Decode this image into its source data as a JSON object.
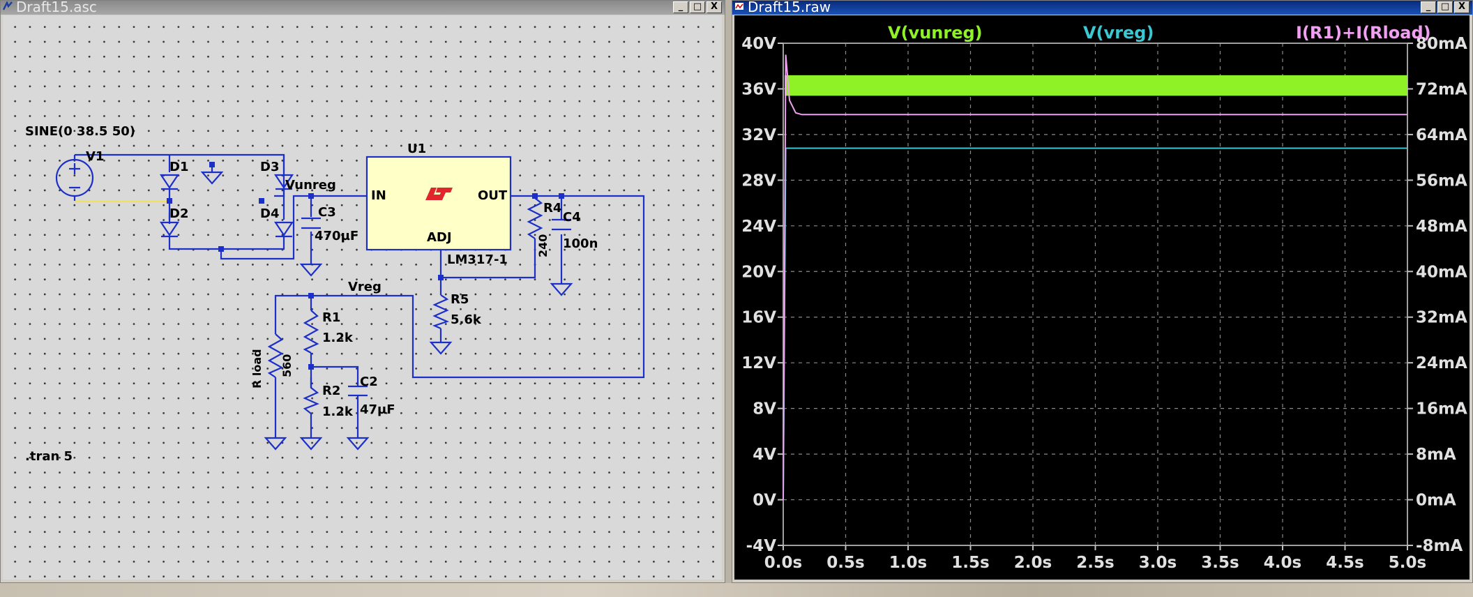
{
  "schematic_window": {
    "title": "Draft15.asc",
    "buttons": {
      "minimize": "_",
      "maximize": "□",
      "close": "X"
    },
    "labels": {
      "source_value": "SINE(0 38.5 50)",
      "v1": "V1",
      "d1": "D1",
      "d2": "D2",
      "d3": "D3",
      "d4": "D4",
      "u1": "U1",
      "pin_in": "IN",
      "pin_out": "OUT",
      "pin_adj": "ADJ",
      "part_name": "LM317-1",
      "net_vunreg": "Vunreg",
      "net_vreg": "Vreg",
      "c3": "C3",
      "c3_value": "470µF",
      "r4": "R4",
      "r4_value": "240",
      "c4": "C4",
      "c4_value": "100n",
      "r5": "R5",
      "r5_value": "5.6k",
      "r1": "R1",
      "r1_value": "1.2k",
      "r2": "R2",
      "r2_value": "1.2k",
      "c2": "C2",
      "c2_value": "47µF",
      "rload": "R load",
      "rload_value": "560",
      "directive": ".tran 5"
    }
  },
  "waveform_window": {
    "title": "Draft15.raw",
    "buttons": {
      "minimize": "_",
      "maximize": "□",
      "close": "X"
    }
  },
  "chart_data": {
    "type": "line",
    "x": [
      0,
      0.02,
      0.05,
      0.1,
      0.15,
      0.2,
      1.0,
      2.0,
      3.0,
      4.0,
      5.0
    ],
    "xlabel": "",
    "x_ticks": [
      "0.0s",
      "0.5s",
      "1.0s",
      "1.5s",
      "2.0s",
      "2.5s",
      "3.0s",
      "3.5s",
      "4.0s",
      "4.5s",
      "5.0s"
    ],
    "xlim": [
      0,
      5
    ],
    "y_left_ticks": [
      "40V",
      "36V",
      "32V",
      "28V",
      "24V",
      "20V",
      "16V",
      "12V",
      "8V",
      "4V",
      "0V",
      "-4V"
    ],
    "ylim_left": [
      -4,
      40
    ],
    "y_right_ticks": [
      "80mA",
      "72mA",
      "64mA",
      "56mA",
      "48mA",
      "40mA",
      "32mA",
      "24mA",
      "16mA",
      "8mA",
      "0mA",
      "-8mA"
    ],
    "ylim_right": [
      -8,
      80
    ],
    "grid": true,
    "series": [
      {
        "name": "V(vunreg)",
        "color": "#8ef226",
        "axis": "left",
        "band": [
          35.4,
          37.2
        ],
        "values": [
          36.3,
          36.3,
          36.3,
          36.3,
          36.3,
          36.3,
          36.3,
          36.3,
          36.3,
          36.3,
          36.3
        ]
      },
      {
        "name": "V(vreg)",
        "color": "#3cc8d2",
        "axis": "left",
        "values": [
          0,
          30.8,
          30.8,
          30.8,
          30.8,
          30.8,
          30.8,
          30.8,
          30.8,
          30.8,
          30.8
        ]
      },
      {
        "name": "I(R1)+I(Rload)",
        "color": "#f0a0f0",
        "axis": "right",
        "values": [
          0,
          78,
          70,
          67.8,
          67.5,
          67.5,
          67.5,
          67.5,
          67.5,
          67.5,
          67.5
        ]
      }
    ]
  }
}
